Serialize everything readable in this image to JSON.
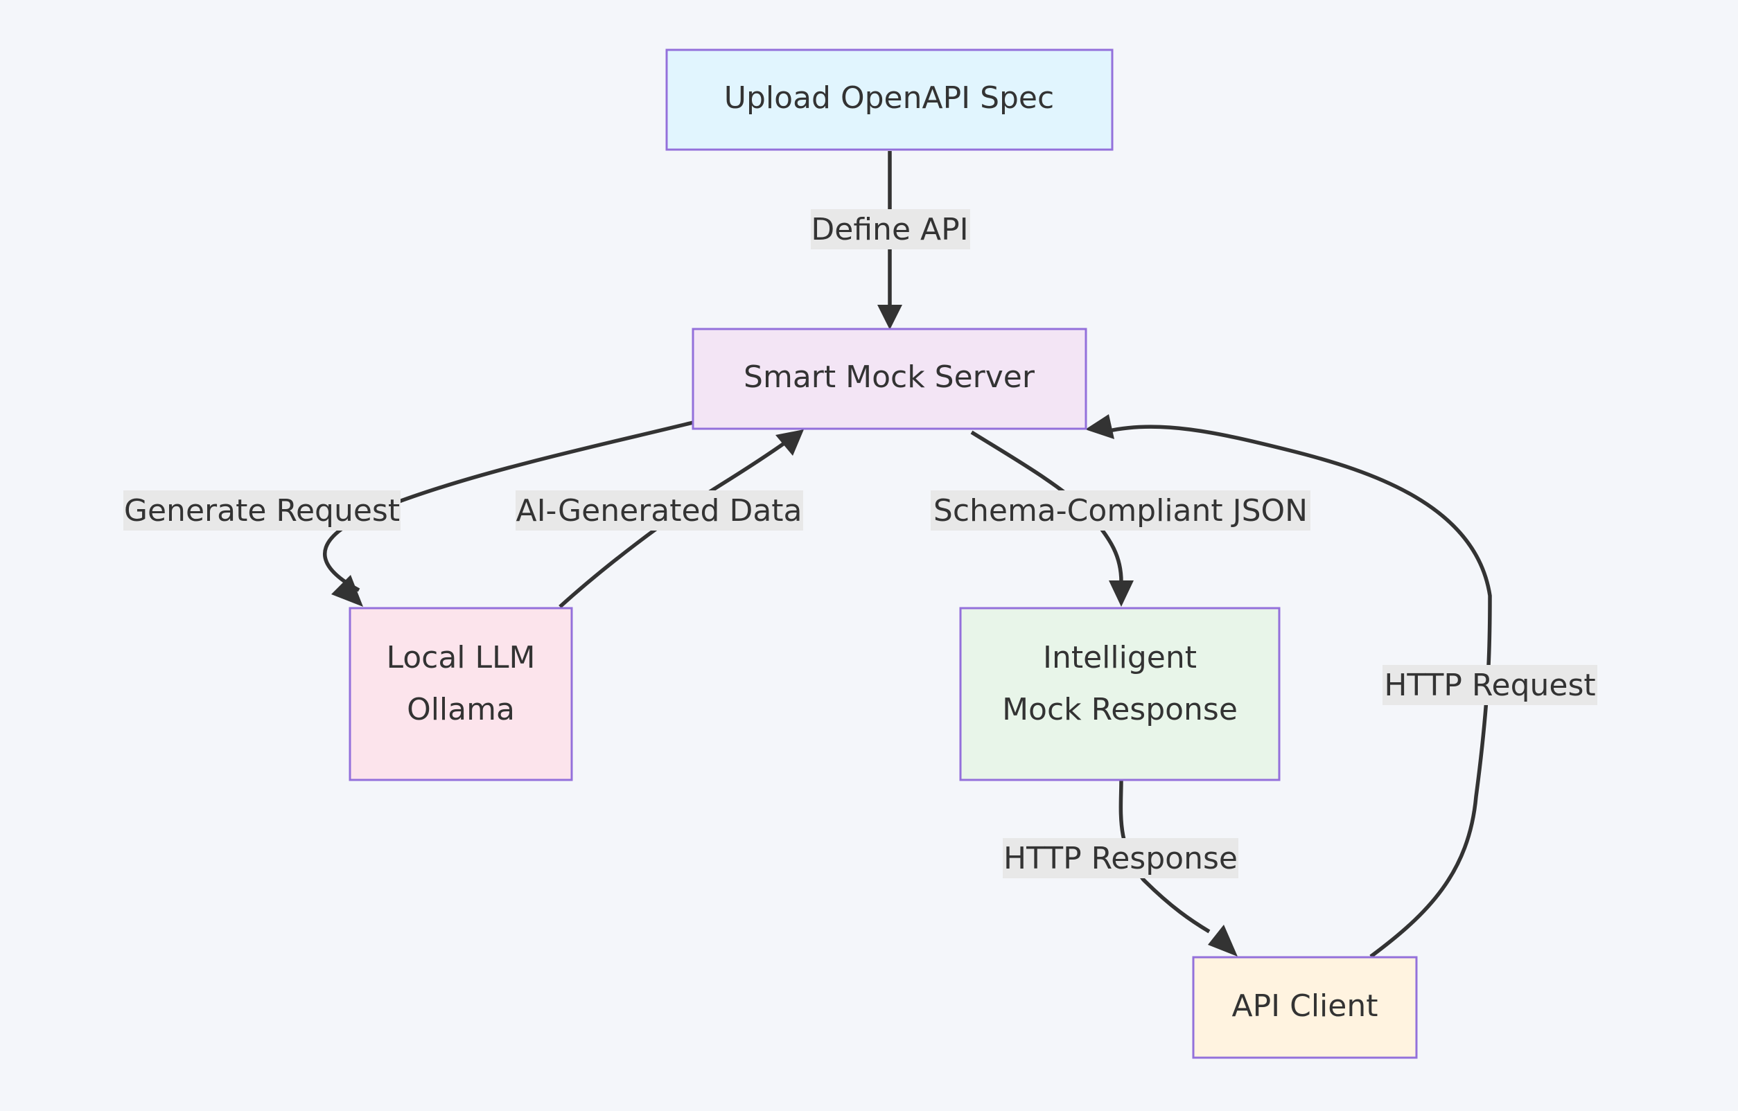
{
  "nodes": {
    "upload_spec": {
      "label": "Upload OpenAPI Spec",
      "fill": "#e1f5fe"
    },
    "mock_server": {
      "label": "Smart Mock Server",
      "fill": "#f3e5f5"
    },
    "local_llm": {
      "line1": "Local LLM",
      "line2": "Ollama",
      "fill": "#fce4ec"
    },
    "mock_response": {
      "line1": "Intelligent",
      "line2": "Mock Response",
      "fill": "#e8f5e9"
    },
    "api_client": {
      "label": "API Client",
      "fill": "#fff3e0"
    }
  },
  "edges": {
    "define_api": "Define API",
    "generate_request": "Generate Request",
    "ai_generated_data": "AI-Generated Data",
    "schema_compliant_json": "Schema-Compliant JSON",
    "http_response": "HTTP Response",
    "http_request": "HTTP Request"
  },
  "colors": {
    "background": "#f4f6fa",
    "node_border": "#9370db",
    "edge": "#333333",
    "edge_label_bg": "#e8e8e8"
  }
}
